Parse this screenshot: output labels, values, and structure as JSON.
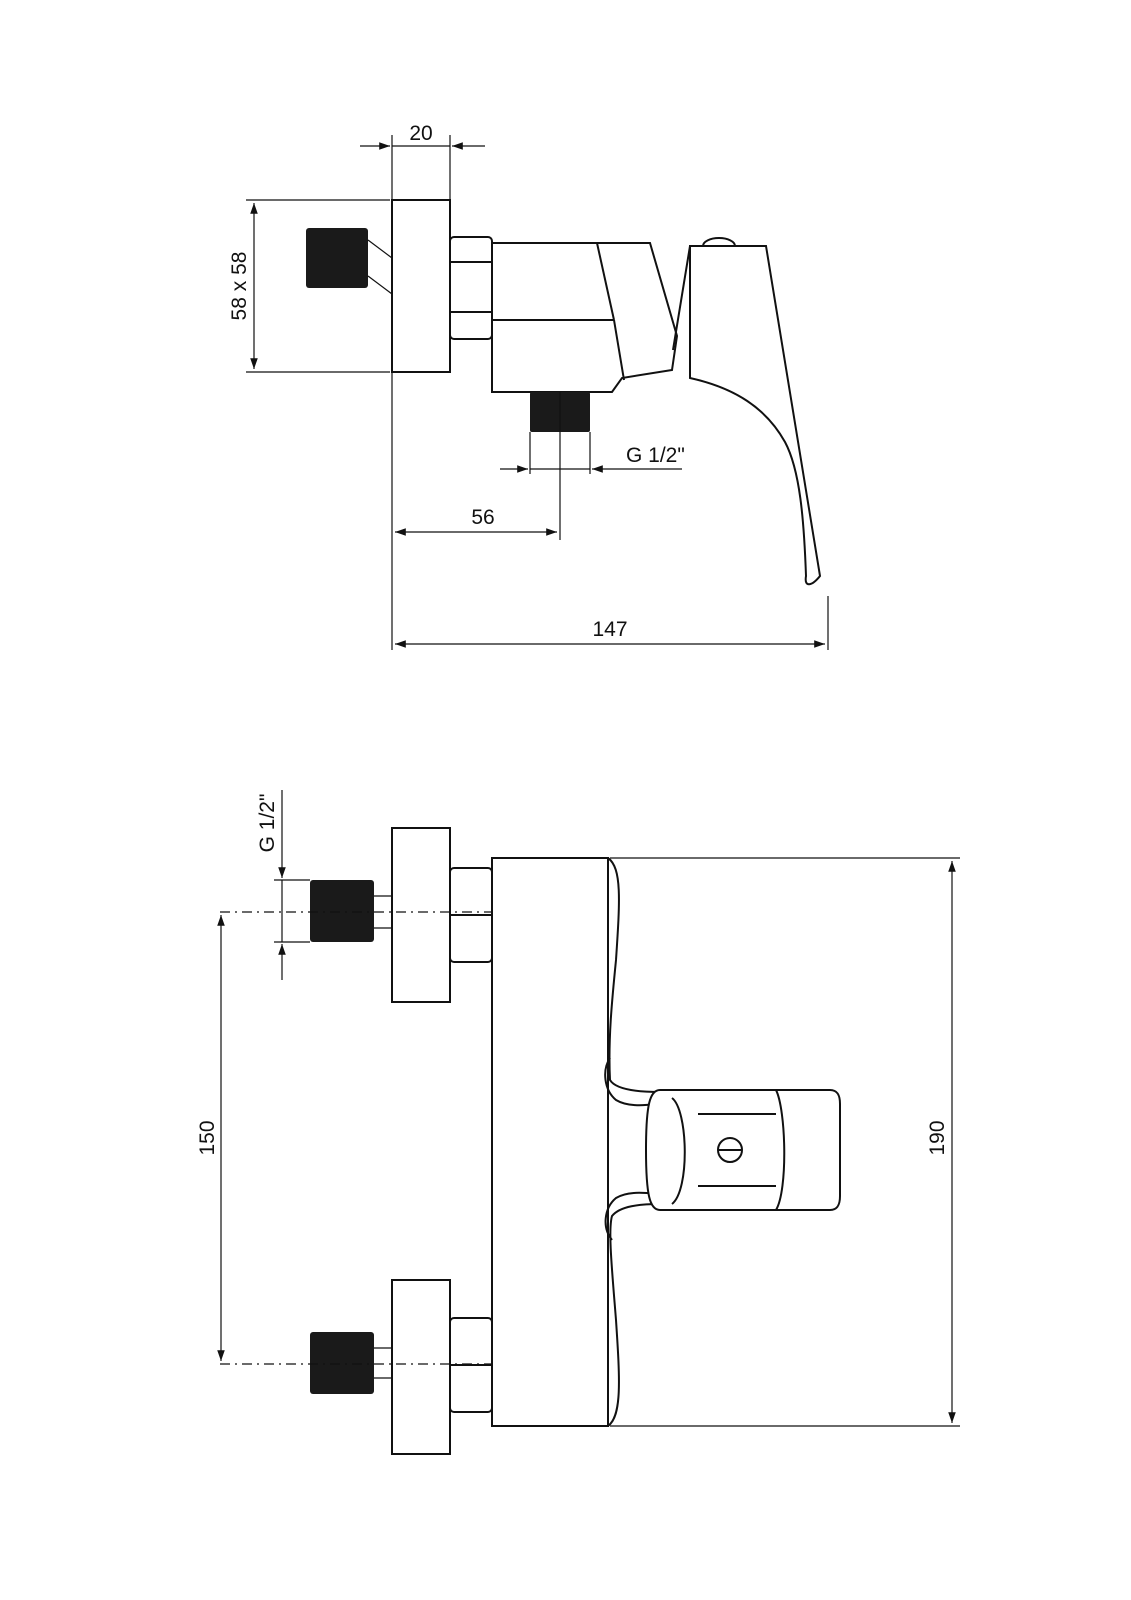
{
  "dimensions": {
    "flange_width": "20",
    "flange_size": "58 x 58",
    "outlet_thread_side": "G 1/2\"",
    "outlet_offset": "56",
    "total_depth": "147",
    "inlet_thread_front": "G 1/2\"",
    "inlet_spacing": "150",
    "body_height": "190"
  },
  "colors": {
    "line": "#111111",
    "thread": "#1a1a1a",
    "background": "#ffffff"
  }
}
